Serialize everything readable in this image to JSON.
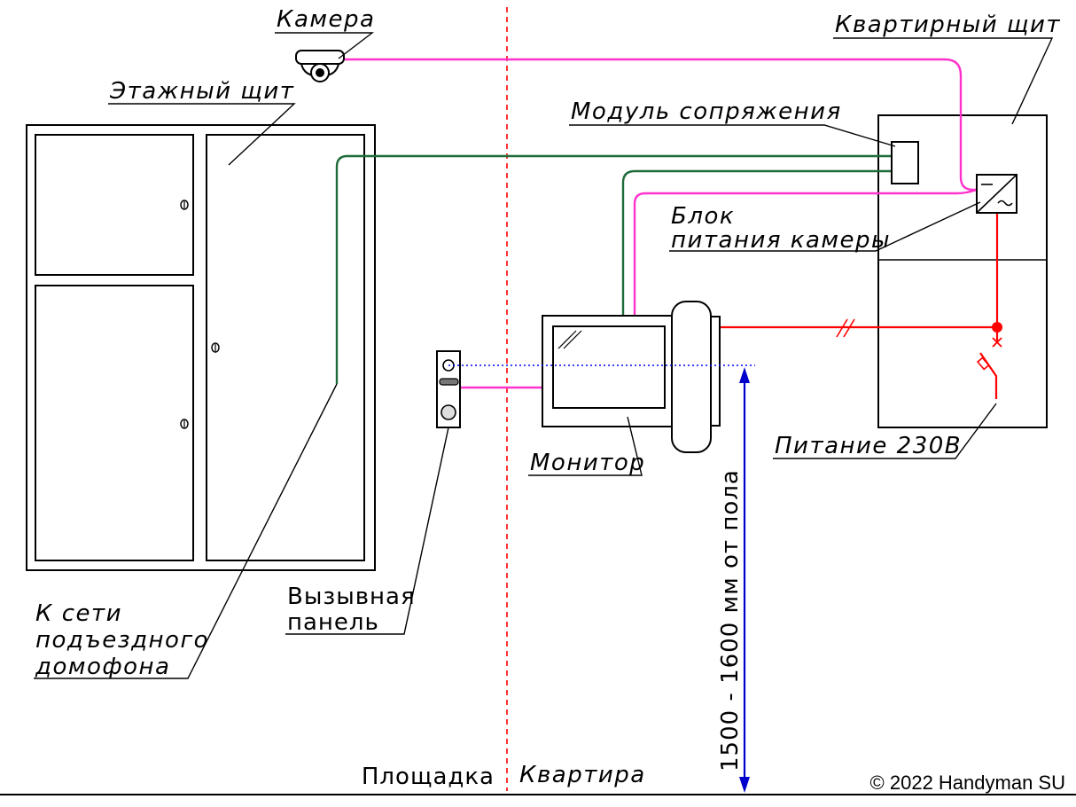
{
  "colors": {
    "camera_cable": "#ff33cc",
    "network_cable": "#1f6b3a",
    "power_cable": "#ff0000",
    "divider": "#ff0000",
    "height_arrow": "#0000cc",
    "axis_line": "#0000ff",
    "outline": "#000000"
  },
  "labels": {
    "camera": "Камера",
    "floor_panel": "Этажный щит",
    "apartment_panel": "Квартирный щит",
    "interface_module": "Модуль сопряжения",
    "camera_psu_line1": "Блок",
    "camera_psu_line2": "питания камеры",
    "monitor": "Монитор",
    "power": "Питание 230В",
    "call_panel_line1": "Вызывная",
    "call_panel_line2": "панель",
    "intercom_line1": "К сети",
    "intercom_line2": "подъездного",
    "intercom_line3": "домофона",
    "landing": "Площадка",
    "apartment": "Квартира",
    "height": "1500 - 1600 мм от пола",
    "copyright": "© 2022 Handyman SU"
  }
}
